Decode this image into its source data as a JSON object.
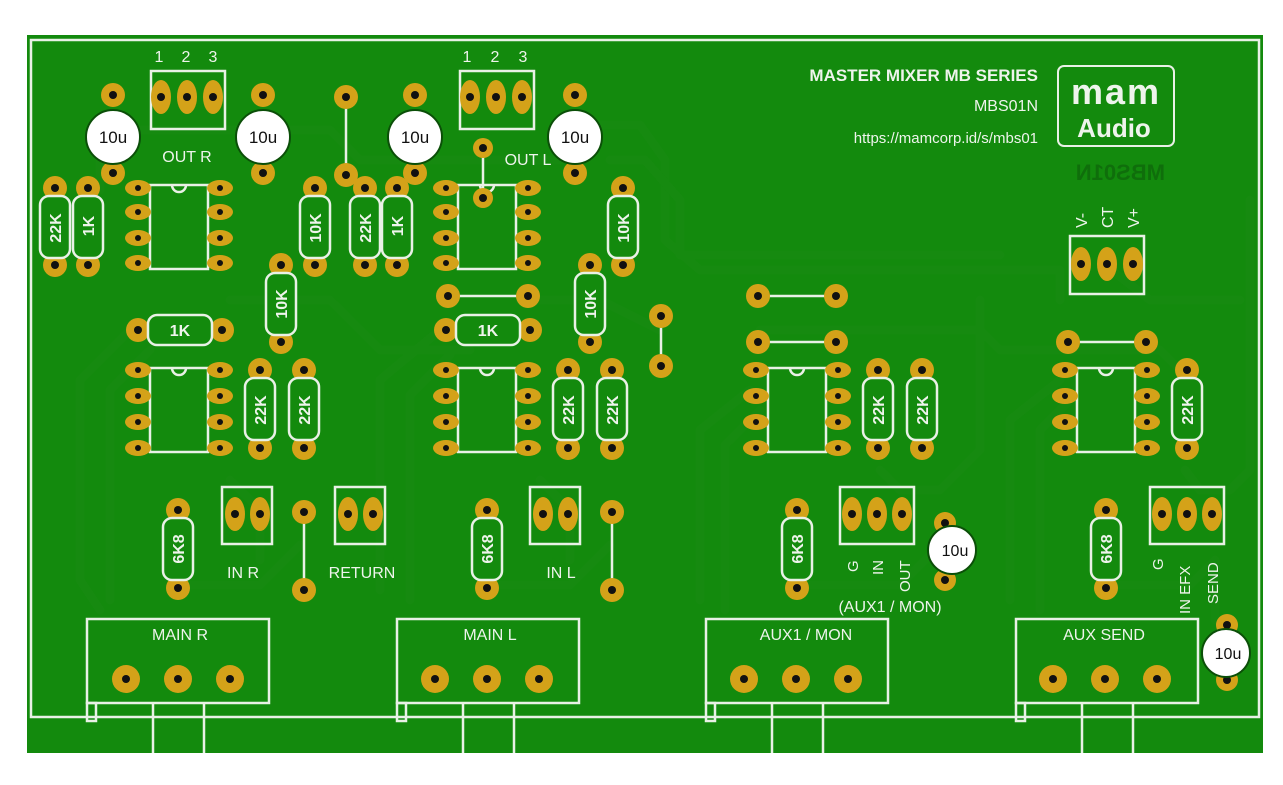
{
  "header": {
    "title": "MASTER MIXER MB SERIES",
    "model": "MBS01N",
    "url": "https://mamcorp.id/s/mbs01",
    "mirrored_model": "MBS01N"
  },
  "logo": {
    "line1": "mam",
    "line2": "Audio"
  },
  "pot_pins": {
    "p1": "1",
    "p2": "2",
    "p3": "3"
  },
  "labels": {
    "out_r": "OUT R",
    "out_l": "OUT L",
    "in_r": "IN R",
    "return": "RETURN",
    "in_l": "IN L",
    "aux1_mon_paren": "(AUX1 / MON)",
    "power": {
      "v_minus": "V-",
      "ct": "CT",
      "v_plus": "V+"
    },
    "aux1_pins": {
      "g": "G",
      "in": "IN",
      "out": "OUT"
    },
    "send_pins": {
      "g": "G",
      "inefx": "IN EFX",
      "send": "SEND"
    }
  },
  "connectors": {
    "main_r": "MAIN R",
    "main_l": "MAIN L",
    "aux1_mon": "AUX1 / MON",
    "aux_send": "AUX SEND"
  },
  "components": {
    "cap": "10u",
    "r22k": "22K",
    "r1k": "1K",
    "r10k": "10K",
    "r6k8": "6K8"
  },
  "colors": {
    "board": "#138a0d",
    "trace": "#168a10",
    "pad": "#d4a219",
    "silkscreen": "#eef4ec",
    "capacitor": "#ffffff"
  }
}
